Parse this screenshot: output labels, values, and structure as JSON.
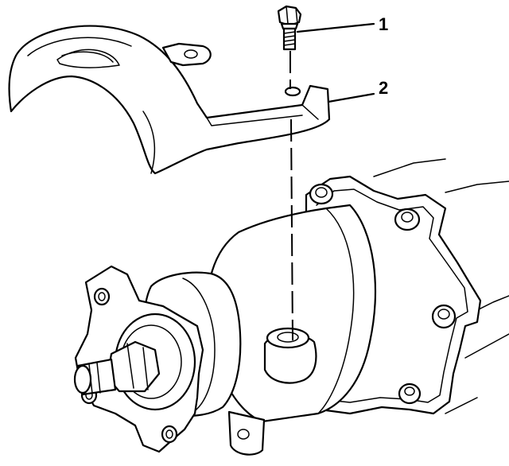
{
  "callouts": [
    {
      "label": "1",
      "target": "bolt"
    },
    {
      "label": "2",
      "target": "heat-shield"
    }
  ]
}
